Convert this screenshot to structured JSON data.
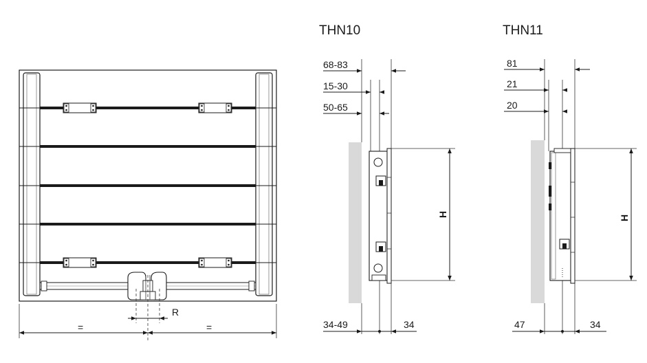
{
  "front_view": {
    "width_left_label": "=",
    "width_right_label": "=",
    "connection_label": "R"
  },
  "thn10": {
    "title": "THN10",
    "dim_top_1": "68-83",
    "dim_top_2": "15-30",
    "dim_top_3": "50-65",
    "dim_bottom_left": "34-49",
    "dim_bottom_right": "34",
    "height_label": "H"
  },
  "thn11": {
    "title": "THN11",
    "dim_top_1": "81",
    "dim_top_2": "21",
    "dim_top_3": "20",
    "dim_bottom_left": "47",
    "dim_bottom_right": "34",
    "height_label": "H"
  },
  "colors": {
    "wall": "#d9d9d9",
    "line": "#1a1a1a"
  }
}
